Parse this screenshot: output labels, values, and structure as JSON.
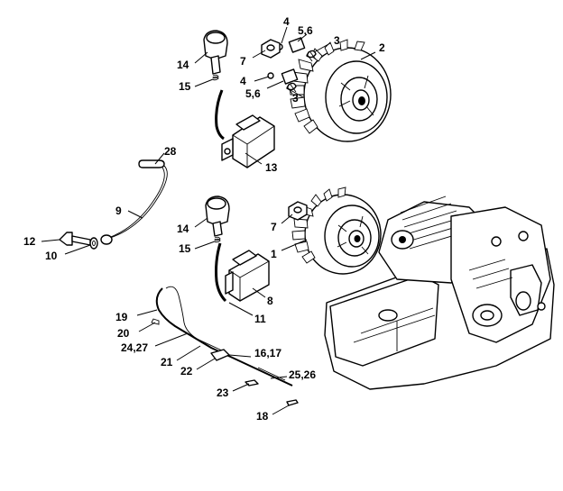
{
  "callouts": [
    {
      "id": "c1",
      "text": "1"
    },
    {
      "id": "c2",
      "text": "2"
    },
    {
      "id": "c3a",
      "text": "3"
    },
    {
      "id": "c3b",
      "text": "3"
    },
    {
      "id": "c4a",
      "text": "4"
    },
    {
      "id": "c4b",
      "text": "4"
    },
    {
      "id": "c56a",
      "text": "5,6"
    },
    {
      "id": "c56b",
      "text": "5,6"
    },
    {
      "id": "c7a",
      "text": "7"
    },
    {
      "id": "c7b",
      "text": "7"
    },
    {
      "id": "c8",
      "text": "8"
    },
    {
      "id": "c9",
      "text": "9"
    },
    {
      "id": "c10",
      "text": "10"
    },
    {
      "id": "c11",
      "text": "11"
    },
    {
      "id": "c12",
      "text": "12"
    },
    {
      "id": "c13",
      "text": "13"
    },
    {
      "id": "c14a",
      "text": "14"
    },
    {
      "id": "c14b",
      "text": "14"
    },
    {
      "id": "c15a",
      "text": "15"
    },
    {
      "id": "c15b",
      "text": "15"
    },
    {
      "id": "c1617",
      "text": "16,17"
    },
    {
      "id": "c18",
      "text": "18"
    },
    {
      "id": "c19",
      "text": "19"
    },
    {
      "id": "c20",
      "text": "20"
    },
    {
      "id": "c21",
      "text": "21"
    },
    {
      "id": "c22",
      "text": "22"
    },
    {
      "id": "c23",
      "text": "23"
    },
    {
      "id": "c2427",
      "text": "24,27"
    },
    {
      "id": "c2526",
      "text": "25,26"
    },
    {
      "id": "c28",
      "text": "28"
    }
  ]
}
